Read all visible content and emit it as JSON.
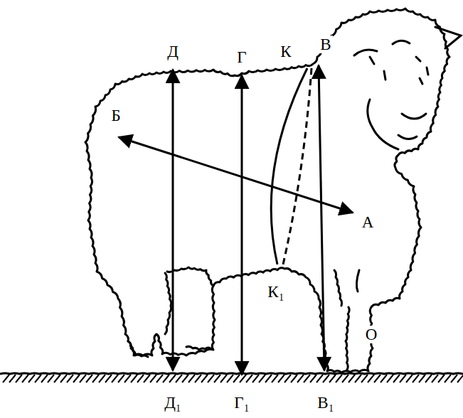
{
  "diagram": {
    "labels": [
      "Д",
      "Г",
      "К",
      "В",
      "Б",
      "А",
      "К₁",
      "О",
      "Д₁",
      "Г₁",
      "В₁"
    ]
  }
}
